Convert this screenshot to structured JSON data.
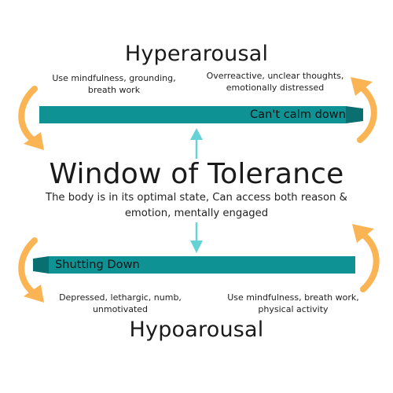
{
  "hyperarousal": {
    "title": "Hyperarousal",
    "left_note": [
      "Use mindfulness, grounding,",
      "breath work"
    ],
    "right_note": [
      "Overreactive, unclear thoughts,",
      "emotionally distressed"
    ],
    "bar_label": "Can't calm down"
  },
  "window": {
    "title": "Window of Tolerance",
    "description": [
      "The body is in its optimal state, Can access both reason &",
      "emotion, mentally engaged"
    ]
  },
  "hypoarousal": {
    "title": "Hypoarousal",
    "bar_label": "Shutting Down",
    "left_note": [
      "Depressed, lethargic, numb,",
      "unmotivated"
    ],
    "right_note": [
      "Use mindfulness, breath work,",
      "physical activity"
    ]
  },
  "colors": {
    "bar": "#0f9294",
    "bar_tail": "#0a6f71",
    "connector_arrow": "#65d3d6",
    "curved_arrow": "#fbb454"
  }
}
